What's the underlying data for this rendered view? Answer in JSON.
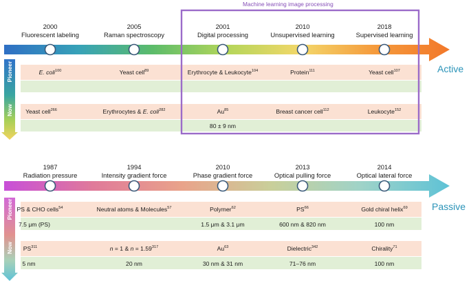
{
  "ml_box_label": "Machine learning image processing",
  "active": {
    "direction_label": "Active",
    "pioneer_label": "Pioneer",
    "now_label": "Now",
    "milestones": [
      {
        "year": "2000",
        "name": "Fluorescent labeling"
      },
      {
        "year": "2005",
        "name": "Raman spectroscopy"
      },
      {
        "year": "2001",
        "name": "Digital processing"
      },
      {
        "year": "2010",
        "name": "Unsupervised learning"
      },
      {
        "year": "2018",
        "name": "Supervised learning"
      }
    ],
    "pioneer_row": [
      {
        "html": "<i>E. coli</i><sup>100</sup>"
      },
      {
        "html": "Yeast cell<sup>89</sup>"
      },
      {
        "html": "Erythrocyte &amp; Leukocyte<sup>104</sup>"
      },
      {
        "html": "Protein<sup>111</sup>"
      },
      {
        "html": "Yeast cell<sup>107</sup>"
      }
    ],
    "pioneer_size_row": [
      "",
      "",
      "",
      "",
      ""
    ],
    "now_row": [
      {
        "html": "Yeast cell<sup>266</sup>"
      },
      {
        "html": "Erythrocytes &amp; <i>E. coli</i><sup>282</sup>"
      },
      {
        "html": "Au<sup>85</sup>"
      },
      {
        "html": "Breast cancer cell<sup>112</sup>"
      },
      {
        "html": "Leukocyte<sup>152</sup>"
      }
    ],
    "now_size_row": [
      "",
      "",
      "80 ± 9 nm",
      "",
      ""
    ]
  },
  "passive": {
    "direction_label": "Passive",
    "pioneer_label": "Pioneer",
    "now_label": "Now",
    "milestones": [
      {
        "year": "1987",
        "name": "Radiation pressure"
      },
      {
        "year": "1994",
        "name": "Intensity gradient force"
      },
      {
        "year": "2010",
        "name": "Phase gradient force"
      },
      {
        "year": "2013",
        "name": "Optical pulling force"
      },
      {
        "year": "2014",
        "name": "Optical lateral force"
      }
    ],
    "pioneer_row": [
      {
        "html": "PS &amp; CHO cells<sup>54</sup>"
      },
      {
        "html": "Neutral atoms &amp; Molecules<sup>57</sup>"
      },
      {
        "html": "Polymer<sup>62</sup>"
      },
      {
        "html": "PS<sup>66</sup>"
      },
      {
        "html": "Gold chiral helix<sup>69</sup>"
      }
    ],
    "pioneer_size_row": [
      "7.5 μm (PS)",
      "",
      "1.5 μm & 3.1 μm",
      "600 nm & 820 nm",
      "100 nm"
    ],
    "now_row": [
      {
        "html": "PS<sup>311</sup>"
      },
      {
        "html": "<i>n</i> = 1 &amp; <i>n</i> = 1.59<sup>317</sup>"
      },
      {
        "html": "Au<sup>63</sup>"
      },
      {
        "html": "Dielectric<sup>342</sup>"
      },
      {
        "html": "Chirality<sup>71</sup>"
      }
    ],
    "now_size_row": [
      "5 nm",
      "20 nm",
      "30 nm & 31 nm",
      "71–76 nm",
      "100 nm"
    ]
  },
  "colors": {
    "active_gradient": [
      "#2f6fc4",
      "#37a2b8",
      "#5cbc6a",
      "#b4d65a",
      "#f3d76a",
      "#f59a3c",
      "#f2782a"
    ],
    "passive_gradient": [
      "#c84fd8",
      "#e07a9a",
      "#e9a38a",
      "#c9cf9a",
      "#9fd3c8",
      "#5ec2d6"
    ],
    "peach_row": "#fbe1d3",
    "green_row": "#e1efd6",
    "ml_box": "#9b6bc9",
    "active_text": "#2a93b8",
    "passive_text": "#2a93b8"
  },
  "icons": {
    "milestone": "circle-marker-icon",
    "arrow": "arrow-head-icon"
  }
}
